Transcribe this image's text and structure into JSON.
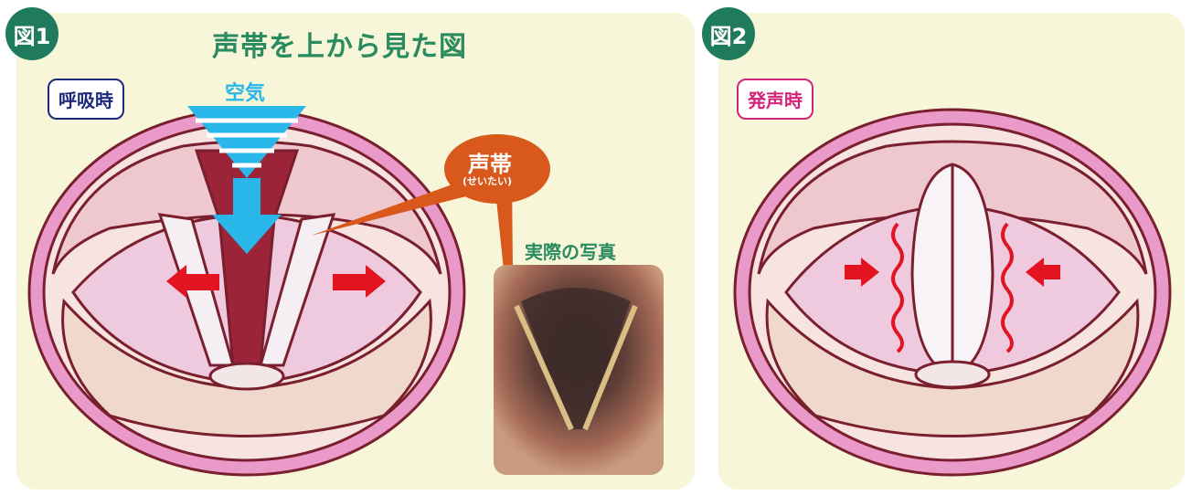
{
  "fig1": {
    "badge": "図1",
    "title": "声帯を上から見た図",
    "mode_label": "呼吸時",
    "air_label": "空気",
    "callout_main": "声帯",
    "callout_sub": "(せいたい)",
    "photo_label": "実際の写真"
  },
  "fig2": {
    "badge": "図2",
    "mode_label": "発声時"
  },
  "colors": {
    "panel_bg": "#f7f6d8",
    "badge_green": "#1f7a5e",
    "title_green": "#2a8a60",
    "navy": "#1b2a7a",
    "magenta": "#d4237a",
    "arrow_red": "#e31421",
    "callout_orange": "#d9581c",
    "air_blue": "#29b6e8",
    "outline": "#7a1f2e"
  }
}
